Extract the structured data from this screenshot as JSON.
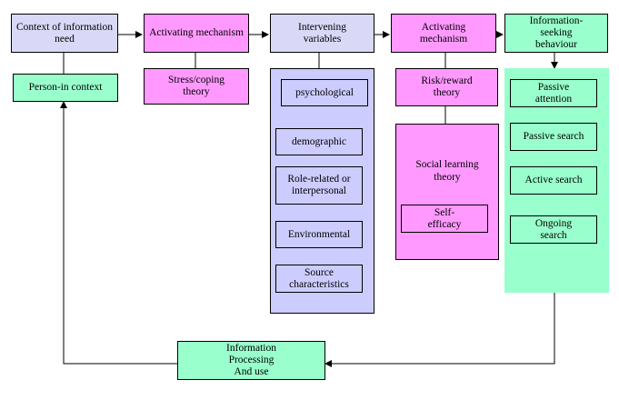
{
  "top_row": {
    "context": "Context of information\nneed",
    "activating1": "Activating mechanism",
    "intervening": "Intervening\nvariables",
    "activating2": "Activating\nmechanism",
    "seeking": "Information-\nseeking\nbehaviour"
  },
  "left_column": {
    "person": "Person-in context",
    "stress": "Stress/coping\ntheory"
  },
  "intervening_items": [
    "psychological",
    "demographic",
    "Role-related or\ninterpersonal",
    "Environmental",
    "Source\ncharacteristics"
  ],
  "risk_column": {
    "risk": "Risk/reward\ntheory",
    "social": "Social learning\ntheory",
    "self_efficacy": "Self-\nefficacy"
  },
  "seeking_items": [
    "Passive\nattention",
    "Passive search",
    "Active search",
    "Ongoing\nsearch"
  ],
  "processing": "Information\nProcessing\nAnd use",
  "colors": {
    "blue": "#d9d9f7",
    "lavender": "#ccccff",
    "pink": "#ff99ff",
    "green": "#99ffcc"
  }
}
